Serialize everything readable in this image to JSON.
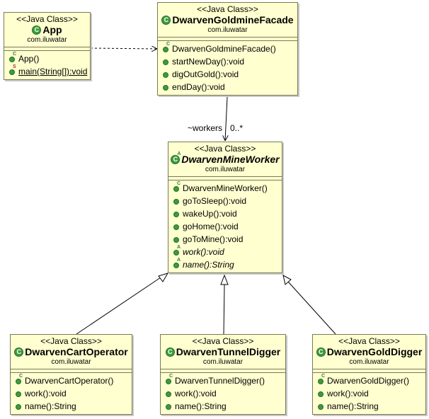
{
  "classes": {
    "app": {
      "stereotype": "<<Java Class>>",
      "name": "App",
      "package": "com.iluwatar",
      "icon_letter": "C",
      "operations": [
        {
          "text": "App()",
          "modifier": "C"
        },
        {
          "text": "main(String[]):void",
          "modifier": "S"
        }
      ]
    },
    "facade": {
      "stereotype": "<<Java Class>>",
      "name": "DwarvenGoldmineFacade",
      "package": "com.iluwatar",
      "icon_letter": "C",
      "operations": [
        {
          "text": "DwarvenGoldmineFacade()",
          "modifier": "C"
        },
        {
          "text": "startNewDay():void",
          "modifier": ""
        },
        {
          "text": "digOutGold():void",
          "modifier": ""
        },
        {
          "text": "endDay():void",
          "modifier": ""
        }
      ]
    },
    "worker": {
      "stereotype": "<<Java Class>>",
      "name": "DwarvenMineWorker",
      "package": "com.iluwatar",
      "icon_letter": "C",
      "icon_modifier": "A",
      "operations": [
        {
          "text": "DwarvenMineWorker()",
          "modifier": "C"
        },
        {
          "text": "goToSleep():void",
          "modifier": ""
        },
        {
          "text": "wakeUp():void",
          "modifier": ""
        },
        {
          "text": "goHome():void",
          "modifier": ""
        },
        {
          "text": "goToMine():void",
          "modifier": ""
        },
        {
          "text": "work():void",
          "modifier": "A"
        },
        {
          "text": "name():String",
          "modifier": "A"
        }
      ]
    },
    "cart": {
      "stereotype": "<<Java Class>>",
      "name": "DwarvenCartOperator",
      "package": "com.iluwatar",
      "icon_letter": "C",
      "operations": [
        {
          "text": "DwarvenCartOperator()",
          "modifier": "C"
        },
        {
          "text": "work():void",
          "modifier": ""
        },
        {
          "text": "name():String",
          "modifier": ""
        }
      ]
    },
    "tunnel": {
      "stereotype": "<<Java Class>>",
      "name": "DwarvenTunnelDigger",
      "package": "com.iluwatar",
      "icon_letter": "C",
      "operations": [
        {
          "text": "DwarvenTunnelDigger()",
          "modifier": "C"
        },
        {
          "text": "work():void",
          "modifier": ""
        },
        {
          "text": "name():String",
          "modifier": ""
        }
      ]
    },
    "gold": {
      "stereotype": "<<Java Class>>",
      "name": "DwarvenGoldDigger",
      "package": "com.iluwatar",
      "icon_letter": "C",
      "operations": [
        {
          "text": "DwarvenGoldDigger()",
          "modifier": "C"
        },
        {
          "text": "work():void",
          "modifier": ""
        },
        {
          "text": "name():String",
          "modifier": ""
        }
      ]
    }
  },
  "association": {
    "role": "~workers",
    "multiplicity": "0..*"
  },
  "colors": {
    "class_fill": "#ffffd0",
    "class_border": "#7a7a56",
    "icon_green": "#3d9b3d"
  }
}
